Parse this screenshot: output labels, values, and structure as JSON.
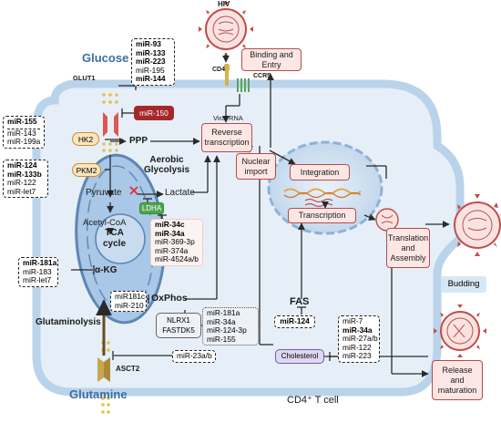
{
  "hiv": {
    "label": "HIV",
    "cd4": "CD4",
    "ccr5": "CCR5",
    "viral_rna": "Viral RNA"
  },
  "glucose": {
    "title": "Glucose",
    "glut1": "GLUT1",
    "mirs": [
      {
        "text": "miR-93",
        "bold": true
      },
      {
        "text": "miR-133",
        "bold": true
      },
      {
        "text": "miR-223",
        "bold": true
      },
      {
        "text": "miR-195",
        "bold": false
      },
      {
        "text": "miR-144",
        "bold": true
      }
    ],
    "mir150": "miR-150"
  },
  "hk2": {
    "label": "HK2",
    "mirs": [
      {
        "text": "miR-155",
        "bold": true
      },
      {
        "text": "miR-143",
        "bold": false
      },
      {
        "text": "miR-199a",
        "bold": false
      }
    ]
  },
  "pkm2": {
    "label": "PKM2",
    "mirs": [
      {
        "text": "miR-124",
        "bold": true
      },
      {
        "text": "miR-133b",
        "bold": true
      },
      {
        "text": "miR-122",
        "bold": false
      },
      {
        "text": "miR-let7",
        "bold": false
      }
    ]
  },
  "ppp": "PPP",
  "aerobic_glycolysis": [
    "Aerobic",
    "Glycolysis"
  ],
  "pyruvate": "Pyruvate",
  "lactate": "Lactate",
  "ldha": {
    "label": "LDHA",
    "mirs": [
      {
        "text": "miR-34c",
        "bold": true
      },
      {
        "text": "miR-34a",
        "bold": true
      },
      {
        "text": "miR-369-3p",
        "bold": false
      },
      {
        "text": "miR-374a",
        "bold": false
      },
      {
        "text": "miR-4524a/b",
        "bold": false
      }
    ]
  },
  "mito": {
    "acetyl_coa": "Acetyl-CoA",
    "tca": [
      "TCA",
      "cycle"
    ],
    "akg": "α-KG"
  },
  "akg_mirs": [
    {
      "text": "miR-181a",
      "bold": true
    },
    {
      "text": "miR-183",
      "bold": false
    },
    {
      "text": "miR-let7",
      "bold": false
    }
  ],
  "oxphos": {
    "label": "OxPhos",
    "mirs": [
      {
        "text": "miR181c",
        "bold": false
      },
      {
        "text": "miR-210",
        "bold": false
      }
    ],
    "nlrx1": [
      "NLRX1",
      "FASTDK5"
    ],
    "right_mirs": [
      {
        "text": "miR-181a",
        "bold": false
      },
      {
        "text": "miR-34a",
        "bold": false
      },
      {
        "text": "miR-124-3p",
        "bold": false
      },
      {
        "text": "miR-155",
        "bold": false
      }
    ]
  },
  "glutaminolysis": "Glutaminolysis",
  "asct2": {
    "label": "ASCT2",
    "mirs": [
      {
        "text": "miR-23a/b",
        "bold": false
      }
    ]
  },
  "glutamine": "Glutamine",
  "steps": {
    "binding": [
      "Binding and",
      "Entry"
    ],
    "reverse": [
      "Reverse",
      "transcription"
    ],
    "nuclear": [
      "Nuclear",
      "import"
    ],
    "integration": "Integration",
    "transcription": "Transcription",
    "translation": [
      "Translation",
      "and",
      "Assembly"
    ],
    "release": [
      "Release",
      "and",
      "maturation"
    ]
  },
  "fas": {
    "label": "FAS",
    "mirs": [
      {
        "text": "miR-124",
        "bold": true
      }
    ]
  },
  "cholesterol": {
    "label": "Cholesterol",
    "mirs": [
      {
        "text": "miR-7",
        "bold": false
      },
      {
        "text": "miR-34a",
        "bold": true
      },
      {
        "text": "miR-27a/b",
        "bold": false
      },
      {
        "text": "miR-122",
        "bold": false
      },
      {
        "text": "miR-223",
        "bold": false
      }
    ]
  },
  "budding": "Budding",
  "cell_label": "CD4⁺ T cell",
  "colors": {
    "membrane": "#b9d3ea",
    "cytoplasm": "#e4eef8",
    "nucleus": "#cfe0f0",
    "mito": "#a9c7e6",
    "pink": "#fde7e4",
    "accent_red": "#b84a4a",
    "virus": "#d9534f"
  }
}
